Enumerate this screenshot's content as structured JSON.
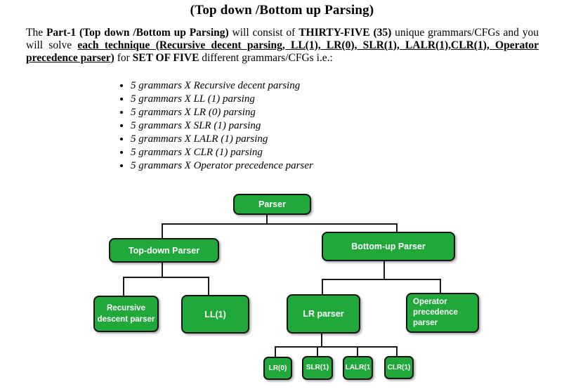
{
  "title": "(Top down /Bottom up Parsing)",
  "paragraph": {
    "segments": [
      {
        "text": "The ",
        "style": "normal"
      },
      {
        "text": "Part-1 (Top down /Bottom up Parsing)",
        "style": "bold"
      },
      {
        "text": " will consist of ",
        "style": "normal"
      },
      {
        "text": "THIRTY-FIVE (35)",
        "style": "bold"
      },
      {
        "text": " unique grammars/CFGs and you will solve ",
        "style": "normal"
      },
      {
        "text": "each technique (Recursive decent parsing, LL(1), LR(0), SLR(1), LALR(1),CLR(1), Operator precedence parser)",
        "style": "bold-underline"
      },
      {
        "text": " for ",
        "style": "normal"
      },
      {
        "text": "SET OF FIVE",
        "style": "bold"
      },
      {
        "text": " different grammars/CFGs i.e.:",
        "style": "normal"
      }
    ]
  },
  "bullets": [
    "5 grammars X Recursive decent parsing",
    "5 grammars X LL (1) parsing",
    "5 grammars X LR (0) parsing",
    "5 grammars X SLR (1) parsing",
    "5 grammars X LALR (1) parsing",
    "5 grammars X CLR (1) parsing",
    "5 grammars X Operator precedence parser"
  ],
  "diagram": {
    "box_color": "#20a83a",
    "border_color": "#141414",
    "text_color": "#ffffff",
    "line_color": "#1a1a1a",
    "nodes": {
      "parser": {
        "label": "Parser"
      },
      "topdown": {
        "label": "Top-down Parser"
      },
      "bottomup": {
        "label": "Bottom-up Parser"
      },
      "recursive": {
        "label": "Recursive\ndescent parser"
      },
      "ll1": {
        "label": "LL(1)"
      },
      "lrparser": {
        "label": "LR parser"
      },
      "operator": {
        "label": "Operator\nprecedence\nparser"
      },
      "lr0": {
        "label": "LR(0)"
      },
      "slr1": {
        "label": "SLR(1)"
      },
      "lalr1": {
        "label": "LALR(1"
      },
      "clr1": {
        "label": "CLR(1)"
      }
    }
  }
}
